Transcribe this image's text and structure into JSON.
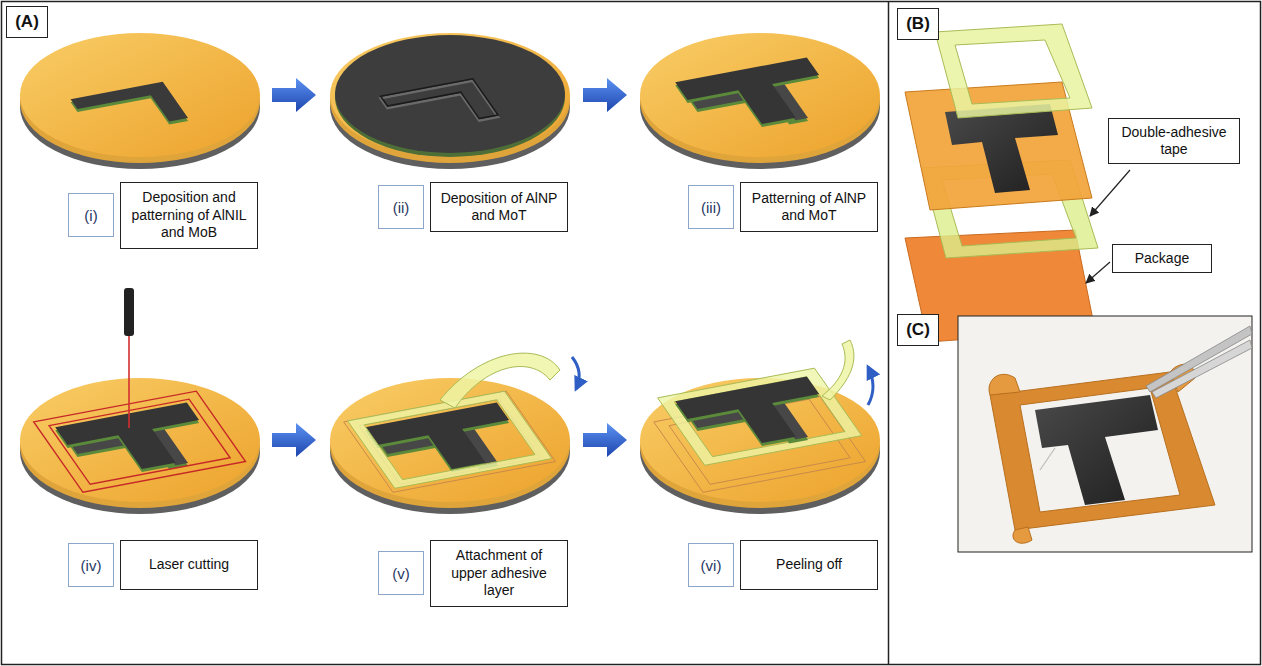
{
  "diagram": {
    "nodes": [
      {
        "text": [
          "(A)"
        ]
      },
      {
        "text": [
          "(i)"
        ]
      },
      {
        "text": [
          "Deposition and patterning of AlNIL and MoB"
        ]
      },
      {
        "text": [
          "(ii)"
        ]
      },
      {
        "text": [
          "Deposition of AlNP and MoT"
        ]
      },
      {
        "text": [
          "(iii)"
        ]
      },
      {
        "text": [
          "Patterning of AlNP and MoT"
        ]
      },
      {
        "text": [
          "(iv)"
        ]
      },
      {
        "text": [
          "Laser cutting"
        ]
      },
      {
        "text": [
          "(v)"
        ]
      },
      {
        "text": [
          "Attachment of upper adhesive layer"
        ]
      },
      {
        "text": [
          "(vi)"
        ]
      },
      {
        "text": [
          "Peeling off"
        ]
      },
      {
        "text": [
          "(B)"
        ]
      },
      {
        "text": [
          "Double-adhesive tape"
        ]
      },
      {
        "text": [
          "Package"
        ]
      },
      {
        "text": [
          "(C)"
        ]
      }
    ]
  }
}
